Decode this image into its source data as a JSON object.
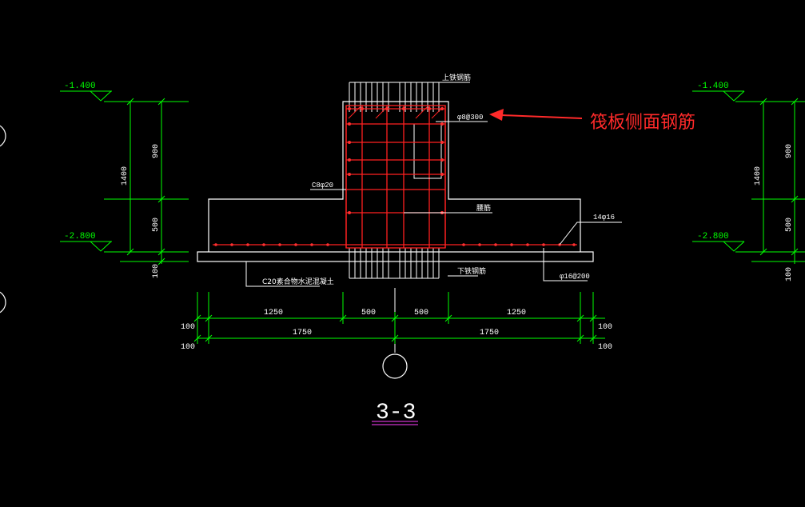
{
  "colors": {
    "background": "#000000",
    "outline": "#ffffff",
    "rebar": "#ff2020",
    "dimension": "#00ff00",
    "annotation": "#ff2a2a",
    "underline": "#cc33cc"
  },
  "labels": {
    "top_rebar": "上铁钢筋",
    "side_stirrup": "φ8@300",
    "cb": "C8φ20",
    "distribution": "腰筋",
    "bar_count": "14φ16",
    "bottom_rebar": "下铁钢筋",
    "stirrup_200": "φ16@200",
    "concrete": "C20素合物水泥混凝土",
    "section_title": "3-3",
    "callout": "筏板侧面钢筋"
  },
  "elevations": {
    "left_top": "-1.400",
    "left_bottom": "-2.800",
    "right_top": "-1.400",
    "right_bottom": "-2.800"
  },
  "vertical_dims": {
    "total": "1400",
    "upper": "900",
    "lower": "500",
    "pad": "100"
  },
  "horizontal_dims": {
    "row1": [
      "1250",
      "500",
      "500",
      "1250"
    ],
    "row2": [
      "1750",
      "1750"
    ],
    "side_left_1": "100",
    "side_left_2": "100",
    "side_right_1": "100",
    "side_right_2": "100"
  }
}
